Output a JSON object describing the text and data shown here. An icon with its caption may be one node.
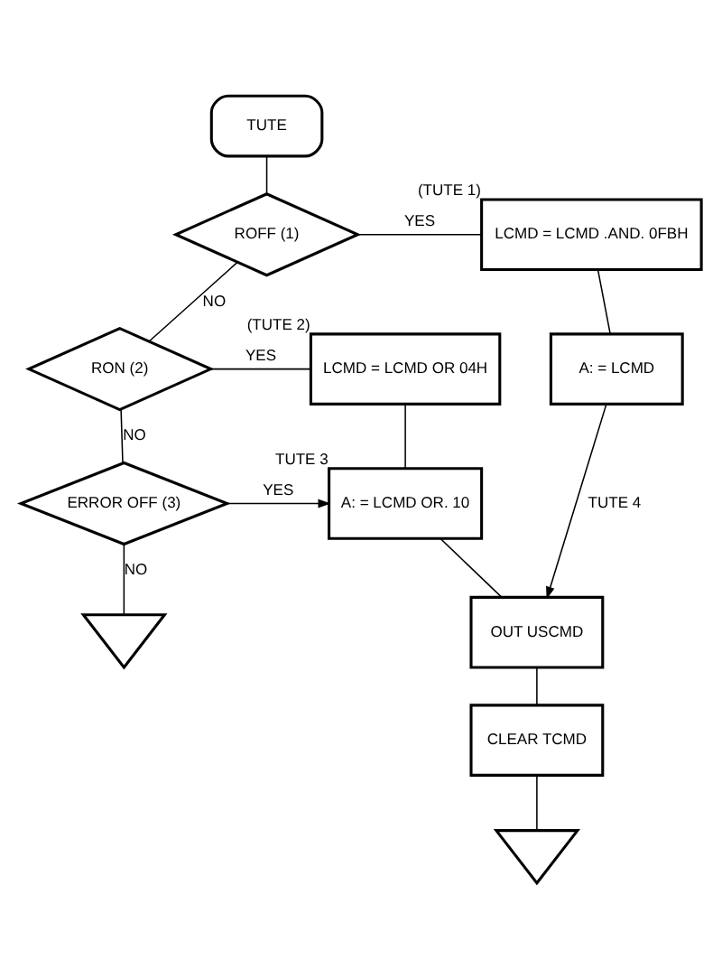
{
  "diagram": {
    "nodes": [
      {
        "text": [
          "TUTE"
        ]
      },
      {
        "text": [
          "ROFF (1)"
        ]
      },
      {
        "text": [
          "RON (2)"
        ]
      },
      {
        "text": [
          "ERROR OFF (3)"
        ]
      },
      {
        "text": [],
        "shape": "triangle"
      },
      {
        "text": [
          "LCMD = LCMD .AND. 0FBH"
        ],
        "beside": [
          "(TUTE 1)"
        ]
      },
      {
        "text": [
          "A: = LCMD"
        ]
      },
      {
        "text": [
          "LCMD = LCMD OR 04H"
        ],
        "beside": [
          "(TUTE 2)"
        ]
      },
      {
        "text": [
          "A: = LCMD OR. 10"
        ],
        "beside": [
          "TUTE 3"
        ]
      },
      {
        "text": [
          "OUT USCMD"
        ]
      },
      {
        "text": [
          "CLEAR TCMD"
        ]
      },
      {
        "text": [],
        "shape": "triangle"
      }
    ],
    "edges": [
      {
        "from": 0,
        "to": 1,
        "arrow": "none"
      },
      {
        "from": 1,
        "to": 2,
        "arrow": "none",
        "label": "NO"
      },
      {
        "from": 2,
        "to": 3,
        "arrow": "none",
        "label": "NO"
      },
      {
        "from": 3,
        "to": 4,
        "arrow": "none",
        "label": "NO"
      },
      {
        "from": 1,
        "to": 5,
        "arrow": "none",
        "label": "YES"
      },
      {
        "from": 5,
        "to": 6,
        "arrow": "none"
      },
      {
        "from": 2,
        "to": 7,
        "arrow": "none",
        "label": "YES"
      },
      {
        "from": 3,
        "to": 8,
        "arrow": "to",
        "label": "YES"
      },
      {
        "from": 7,
        "to": 8,
        "arrow": "none"
      },
      {
        "from": 6,
        "to": 9,
        "arrow": "to",
        "label": "TUTE 4"
      },
      {
        "from": 8,
        "to": 9,
        "arrow": "none"
      },
      {
        "from": 9,
        "to": 10,
        "arrow": "none"
      },
      {
        "from": 10,
        "to": 11,
        "arrow": "none"
      }
    ]
  }
}
